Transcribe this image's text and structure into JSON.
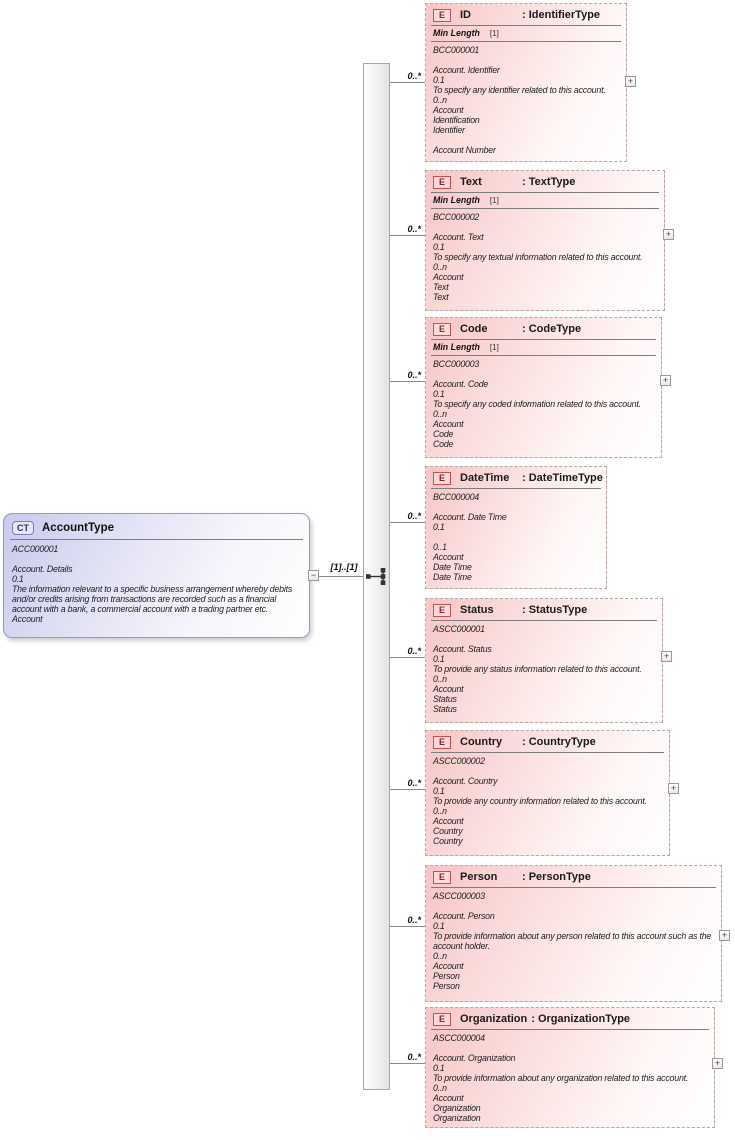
{
  "icons": {
    "complex_type": "CT",
    "element": "E",
    "expand": "+",
    "collapse": "−",
    "sequence": "sequence-model-group"
  },
  "colors": {
    "element_accent": "#c85050",
    "element_fill": "#f7c5c5",
    "complex_accent": "#7a7ac0",
    "complex_fill": "#c9c9ec"
  },
  "root": {
    "kind": "CT",
    "name": "AccountType",
    "cardinality": "[1]..[1]",
    "lines": [
      "ACC000001",
      "",
      "Account. Details",
      "0.1",
      "The information relevant to a specific business arrangement whereby debits and/or credits arising from transactions are recorded such as a financial account with a bank, a commercial account with a trading partner etc.",
      "Account"
    ]
  },
  "elements": [
    {
      "name": "ID",
      "type": ": IdentifierType",
      "cardinality": "0..*",
      "facet": {
        "name": "Min Length",
        "value": "[1]"
      },
      "lines": [
        "BCC000001",
        "",
        "Account. Identifier",
        "0.1",
        "To specify any identifier related to this account.",
        "0..n",
        "Account",
        "Identification",
        "Identifier",
        "",
        "Account Number"
      ]
    },
    {
      "name": "Text",
      "type": ": TextType",
      "cardinality": "0..*",
      "facet": {
        "name": "Min Length",
        "value": "[1]"
      },
      "lines": [
        "BCC000002",
        "",
        "Account. Text",
        "0.1",
        "To specify any textual information related to this account.",
        "0..n",
        "Account",
        "Text",
        "Text"
      ]
    },
    {
      "name": "Code",
      "type": ": CodeType",
      "cardinality": "0..*",
      "facet": {
        "name": "Min Length",
        "value": "[1]"
      },
      "lines": [
        "BCC000003",
        "",
        "Account. Code",
        "0.1",
        "To specify any coded information related to this account.",
        "0..n",
        "Account",
        "Code",
        "Code"
      ]
    },
    {
      "name": "DateTime",
      "type": ": DateTimeType",
      "cardinality": "0..*",
      "lines": [
        "BCC000004",
        "",
        "Account. Date Time",
        "0.1",
        "",
        "0..1",
        "Account",
        "Date Time",
        "Date Time"
      ]
    },
    {
      "name": "Status",
      "type": ": StatusType",
      "cardinality": "0..*",
      "lines": [
        "ASCC000001",
        "",
        "Account. Status",
        "0.1",
        "To provide any status information related to this account.",
        "0..n",
        "Account",
        "Status",
        "Status"
      ]
    },
    {
      "name": "Country",
      "type": ": CountryType",
      "cardinality": "0..*",
      "lines": [
        "ASCC000002",
        "",
        "Account. Country",
        "0.1",
        "To provide any country information related to this account.",
        "0..n",
        "Account",
        "Country",
        "Country"
      ]
    },
    {
      "name": "Person",
      "type": ": PersonType",
      "cardinality": "0..*",
      "lines": [
        "ASCC000003",
        "",
        "Account. Person",
        "0.1",
        "To provide information about any person related to this account such as the account holder.",
        "0..n",
        "Account",
        "Person",
        "Person"
      ]
    },
    {
      "name": "Organization",
      "type": ": OrganizationType",
      "cardinality": "0..*",
      "lines": [
        "ASCC000004",
        "",
        "Account. Organization",
        "0.1",
        "To provide information about any organization related to this account.",
        "0..n",
        "Account",
        "Organization",
        "Organization"
      ]
    }
  ]
}
